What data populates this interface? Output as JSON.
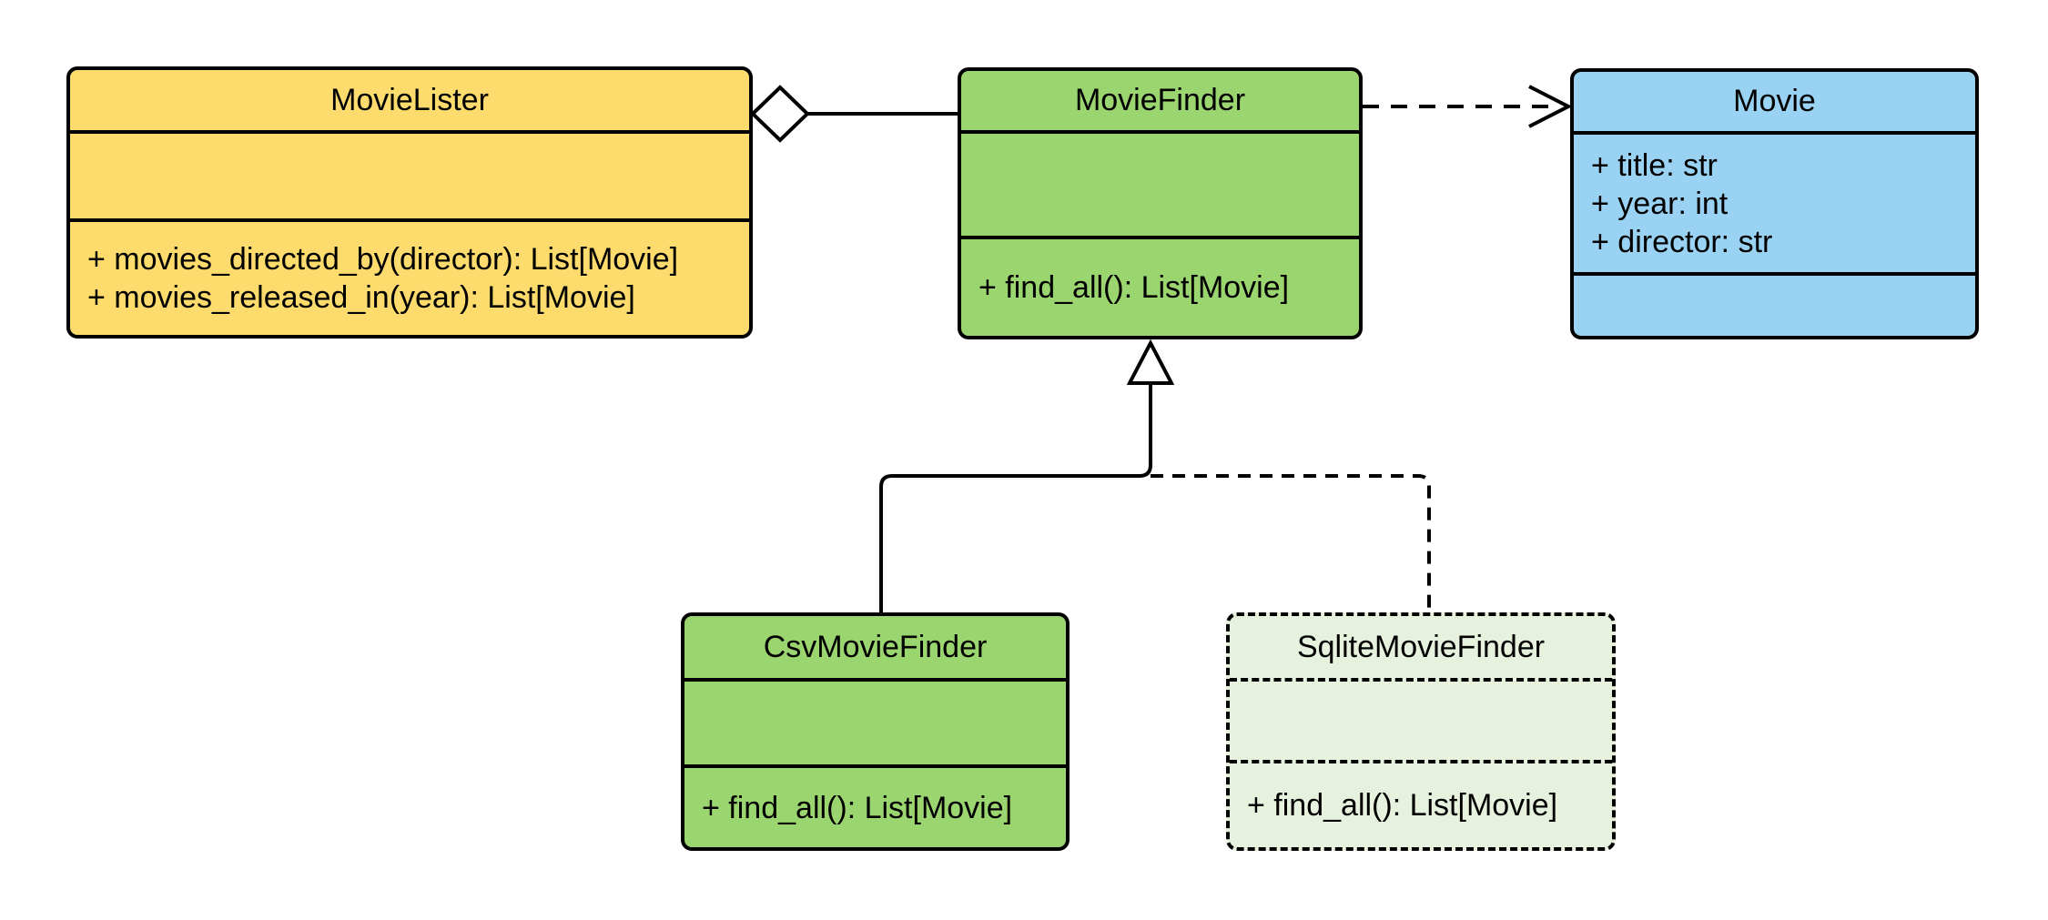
{
  "colors": {
    "yellow": "#FDDB6D",
    "green": "#9BD56F",
    "blue": "#99D2F2",
    "pale_green": "#E6F2DE",
    "stroke": "#000000",
    "background": "#FFFFFF"
  },
  "classes": {
    "movie_lister": {
      "name": "MovieLister",
      "attributes": [],
      "methods": [
        "+ movies_directed_by(director): List[Movie]",
        "+ movies_released_in(year): List[Movie]"
      ]
    },
    "movie_finder": {
      "name": "MovieFinder",
      "attributes": [],
      "methods": [
        "+ find_all(): List[Movie]"
      ]
    },
    "movie": {
      "name": "Movie",
      "attributes": [
        "+ title: str",
        "+ year: int",
        "+ director: str"
      ],
      "methods": []
    },
    "csv_movie_finder": {
      "name": "CsvMovieFinder",
      "attributes": [],
      "methods": [
        "+ find_all(): List[Movie]"
      ]
    },
    "sqlite_movie_finder": {
      "name": "SqliteMovieFinder",
      "attributes": [],
      "methods": [
        "+ find_all(): List[Movie]"
      ]
    }
  },
  "relationships": [
    {
      "type": "aggregation",
      "from": "MovieLister",
      "to": "MovieFinder",
      "line": "solid"
    },
    {
      "type": "dependency",
      "from": "MovieFinder",
      "to": "Movie",
      "line": "dashed"
    },
    {
      "type": "inheritance",
      "from": "CsvMovieFinder",
      "to": "MovieFinder",
      "line": "solid"
    },
    {
      "type": "inheritance",
      "from": "SqliteMovieFinder",
      "to": "MovieFinder",
      "line": "dashed"
    }
  ]
}
